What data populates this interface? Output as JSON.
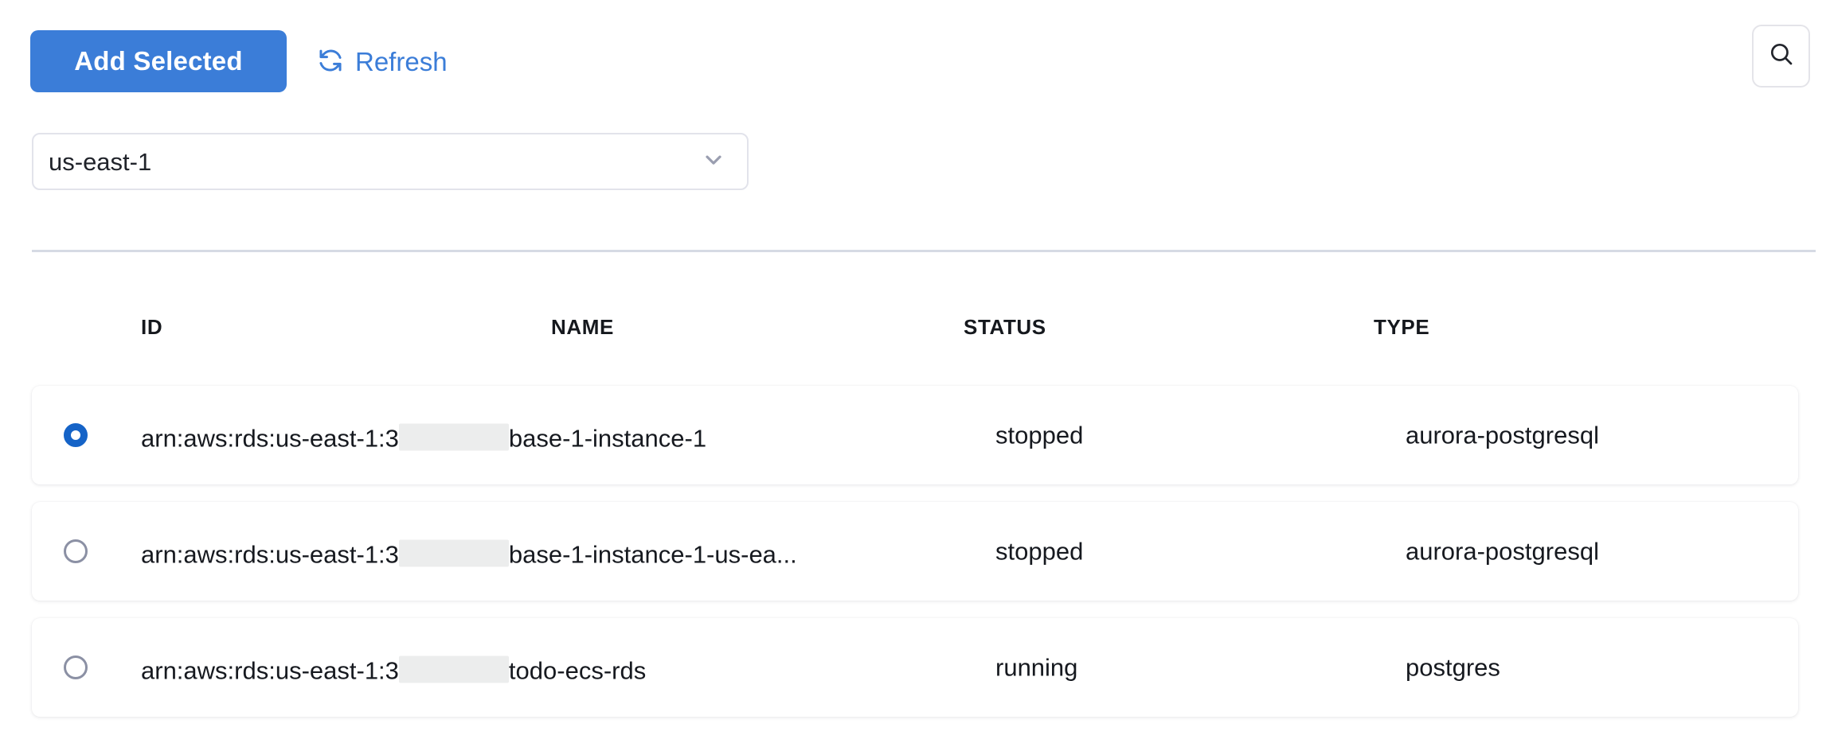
{
  "toolbar": {
    "add_selected_label": "Add Selected",
    "refresh_label": "Refresh",
    "refresh_icon": "refresh-icon",
    "search_icon": "search-icon",
    "accent_color": "#3b7dd8"
  },
  "region_filter": {
    "value": "us-east-1",
    "chevron_icon": "chevron-down-icon"
  },
  "table": {
    "columns": [
      "ID",
      "NAME",
      "STATUS",
      "TYPE"
    ],
    "rows": [
      {
        "selected": true,
        "id_prefix": "arn:aws:rds:us-east-1:3",
        "id_redacted_width": 138,
        "id_suffix": "base-1-instance-1",
        "status": "stopped",
        "type": "aurora-postgresql"
      },
      {
        "selected": false,
        "id_prefix": "arn:aws:rds:us-east-1:3",
        "id_redacted_width": 138,
        "id_suffix": "base-1-instance-1-us-ea...",
        "status": "stopped",
        "type": "aurora-postgresql"
      },
      {
        "selected": false,
        "id_prefix": "arn:aws:rds:us-east-1:3",
        "id_redacted_width": 138,
        "id_suffix": " todo-ecs-rds",
        "status": "running",
        "type": "postgres"
      }
    ]
  }
}
